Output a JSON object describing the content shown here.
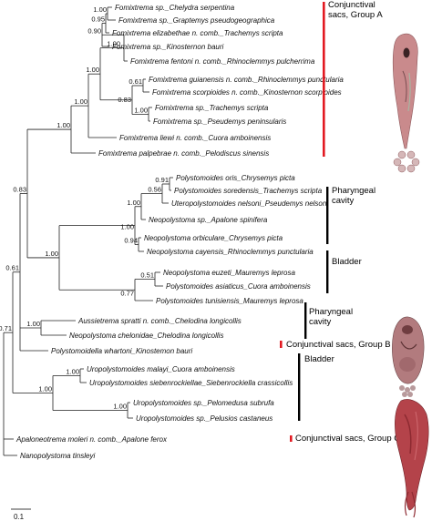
{
  "tree": {
    "taxa": [
      {
        "id": "t1",
        "label": "Fomixtrema sp._Chelydra serpentina"
      },
      {
        "id": "t2",
        "label": "Fomixtrema sp._Graptemys pseudogeographica"
      },
      {
        "id": "t3",
        "label": "Fomixtrema elizabethae n. comb._Trachemys scripta"
      },
      {
        "id": "t4",
        "label": "Fomixtrema sp._Kinosternon bauri"
      },
      {
        "id": "t5",
        "label": "Fomixtrema fentoni n. comb._Rhinoclemmys pulcherrima"
      },
      {
        "id": "t6",
        "label": "Fomixtrema guianensis n. comb._Rhinoclemmys punctularia"
      },
      {
        "id": "t7",
        "label": "Fomixtrema scorpioides n. comb._Kinosternon scorpioides"
      },
      {
        "id": "t8",
        "label": "Fomixtrema sp._Trachemys scripta"
      },
      {
        "id": "t9",
        "label": "Fomixtrema sp._Pseudemys peninsularis"
      },
      {
        "id": "t10",
        "label": "Fomixtrema liewi n. comb._Cuora amboinensis"
      },
      {
        "id": "t11",
        "label": "Fomixtrema palpebrae n. comb._Pelodiscus sinensis"
      },
      {
        "id": "t12",
        "label": "Polystomoides oris_Chrysemys picta"
      },
      {
        "id": "t13",
        "label": "Polystomoides soredensis_Trachemys scripta"
      },
      {
        "id": "t14",
        "label": "Uteropolystomoides nelsoni_Pseudemys nelsoni"
      },
      {
        "id": "t15",
        "label": "Neopolystoma sp._Apalone spinifera"
      },
      {
        "id": "t16",
        "label": "Neopolystoma orbiculare_Chrysemys picta"
      },
      {
        "id": "t17",
        "label": "Neopolystoma cayensis_Rhinoclemmys punctularia"
      },
      {
        "id": "t18",
        "label": "Neopolystoma euzeti_Mauremys leprosa"
      },
      {
        "id": "t19",
        "label": "Polystomoides asiaticus_Cuora amboinensis"
      },
      {
        "id": "t20",
        "label": "Polystomoides tunisiensis_Mauremys leprosa"
      },
      {
        "id": "t21",
        "label": "Aussietrema spratti n. comb._Chelodina longicollis"
      },
      {
        "id": "t22",
        "label": "Neopolystoma chelonidae_Chelodina longicollis"
      },
      {
        "id": "t23",
        "label": "Polystomoidella whartoni_Kinostemon bauri"
      },
      {
        "id": "t24",
        "label": "Uropolystomoides malayi_Cuora amboinensis"
      },
      {
        "id": "t25",
        "label": "Uropolystomoides siebenrockiellae_Siebenrockiella crassicollis"
      },
      {
        "id": "t26",
        "label": "Uropolystomoides sp._Pelomedusa subrufa"
      },
      {
        "id": "t27",
        "label": "Uropolystomoides sp._Pelusios castaneus"
      },
      {
        "id": "t28",
        "label": "Apaloneotrema moleri n. comb._Apalone ferox"
      },
      {
        "id": "t29",
        "label": "Nanopolystoma tinsleyi"
      }
    ],
    "support_values": {
      "n_t1_t2": "1.00",
      "n_t1_t3": "0.95",
      "n_t1_t4": "0.90",
      "n_A1": "1.00",
      "n_t6_t7": "0.61",
      "n_t6_t9": "0.83",
      "n_t8_t9": "1.00",
      "n_A2": "1.00",
      "n_A3": "1.00",
      "n_A4": "1.00",
      "n_t12_t13": "0.91",
      "n_t12_t14": "0.56",
      "n_t12_t15": "1.00",
      "n_t16_t17": "0.94",
      "n_P1": "1.00",
      "n_t18_t19": "0.51",
      "n_t18_t20": "0.77",
      "n_P2": "1.00",
      "n_P3": "0.83",
      "n_AS": "1.00",
      "n_U1": "1.00",
      "n_U2": "1.00",
      "n_U3": "1.00",
      "n_MAIN": "0.61",
      "n_ROOT": "0.71"
    },
    "scale_bar_label": "0.1"
  },
  "groups": [
    {
      "id": "gA",
      "label_lines": [
        "Conjunctival",
        "sacs, Group A"
      ],
      "bar_color": "#e21a22"
    },
    {
      "id": "gPh1",
      "label_lines": [
        "Pharyngeal",
        "cavity"
      ],
      "bar_color": "#000000"
    },
    {
      "id": "gBl1",
      "label_lines": [
        "Bladder"
      ],
      "bar_color": "#000000"
    },
    {
      "id": "gPh2",
      "label_lines": [
        "Pharyngeal",
        "cavity"
      ],
      "bar_color": "#000000"
    },
    {
      "id": "gB",
      "label_lines": [
        "Conjunctival sacs, Group B"
      ],
      "bar_color": "#e21a22"
    },
    {
      "id": "gBl2",
      "label_lines": [
        "Bladder"
      ],
      "bar_color": "#000000"
    },
    {
      "id": "gC",
      "label_lines": [
        "Conjunctival sacs, Group C"
      ],
      "bar_color": "#e21a22"
    }
  ],
  "specimen_images": [
    {
      "id": "worm-elongate",
      "color": "#c98a8c"
    },
    {
      "id": "worm-round",
      "color": "#b27b7e"
    },
    {
      "id": "worm-red",
      "color": "#b4434a"
    }
  ]
}
